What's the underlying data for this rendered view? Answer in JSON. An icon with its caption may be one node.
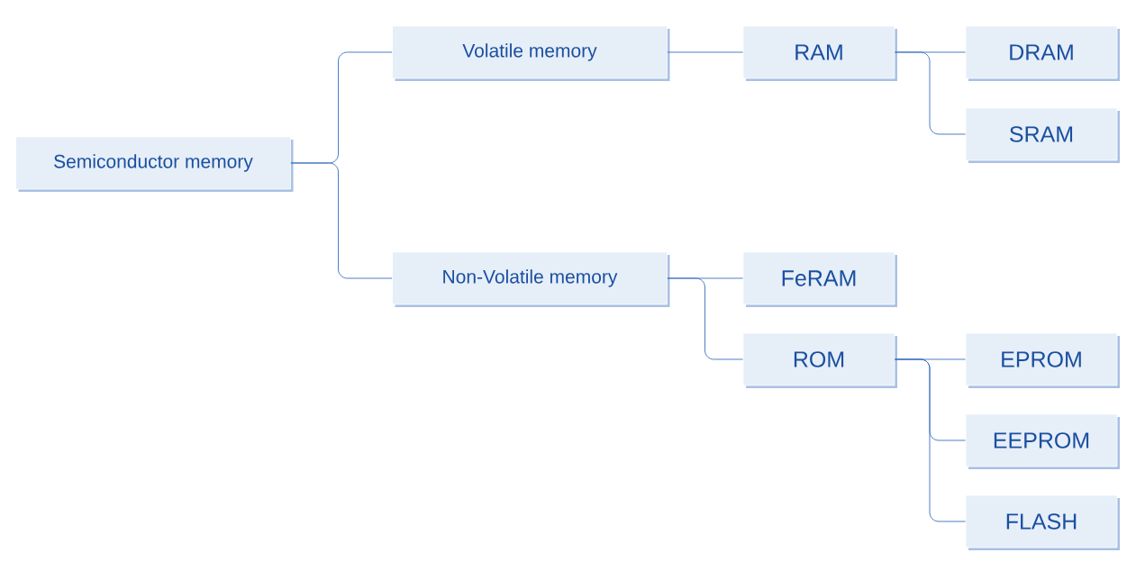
{
  "diagram": {
    "nodes": [
      {
        "text": [
          "Semiconductor memory"
        ]
      },
      {
        "text": [
          "Volatile memory"
        ]
      },
      {
        "text": [
          "Non-Volatile memory"
        ]
      },
      {
        "text": [
          "RAM"
        ]
      },
      {
        "text": [
          "DRAM"
        ]
      },
      {
        "text": [
          "SRAM"
        ]
      },
      {
        "text": [
          "FeRAM"
        ]
      },
      {
        "text": [
          "ROM"
        ]
      },
      {
        "text": [
          "EPROM"
        ]
      },
      {
        "text": [
          "EEPROM"
        ]
      },
      {
        "text": [
          "FLASH"
        ]
      }
    ],
    "edges": [
      {
        "from": 0,
        "to": 1,
        "arrow": "none"
      },
      {
        "from": 0,
        "to": 2,
        "arrow": "none"
      },
      {
        "from": 1,
        "to": 3,
        "arrow": "none"
      },
      {
        "from": 3,
        "to": 4,
        "arrow": "none"
      },
      {
        "from": 3,
        "to": 5,
        "arrow": "none"
      },
      {
        "from": 2,
        "to": 6,
        "arrow": "none"
      },
      {
        "from": 2,
        "to": 7,
        "arrow": "none"
      },
      {
        "from": 7,
        "to": 8,
        "arrow": "none"
      },
      {
        "from": 7,
        "to": 9,
        "arrow": "none"
      },
      {
        "from": 7,
        "to": 10,
        "arrow": "none"
      }
    ]
  }
}
